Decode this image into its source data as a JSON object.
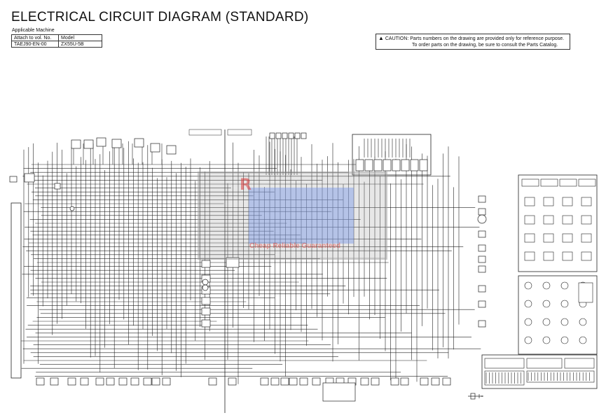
{
  "header": {
    "title": "ELECTRICAL CIRCUIT DIAGRAM (STANDARD)",
    "applicable_label": "Applicable Machine"
  },
  "machine_table": {
    "col1_header": "Attach to vol. No.",
    "col2_header": "Model",
    "col1_value": "TAEJ90-EN-00",
    "col2_value": "ZX55U-5B"
  },
  "caution": {
    "line1": "CAUTION: Parts numbers on the drawing are provided only for reference purpose.",
    "line2": "To order parts on the drawing, be sure to consult the Parts Catalog."
  },
  "watermark": {
    "logo": "R",
    "text": "Cheap Reliable Guaranteed"
  },
  "icons": {
    "warning": "warning-triangle-icon"
  }
}
